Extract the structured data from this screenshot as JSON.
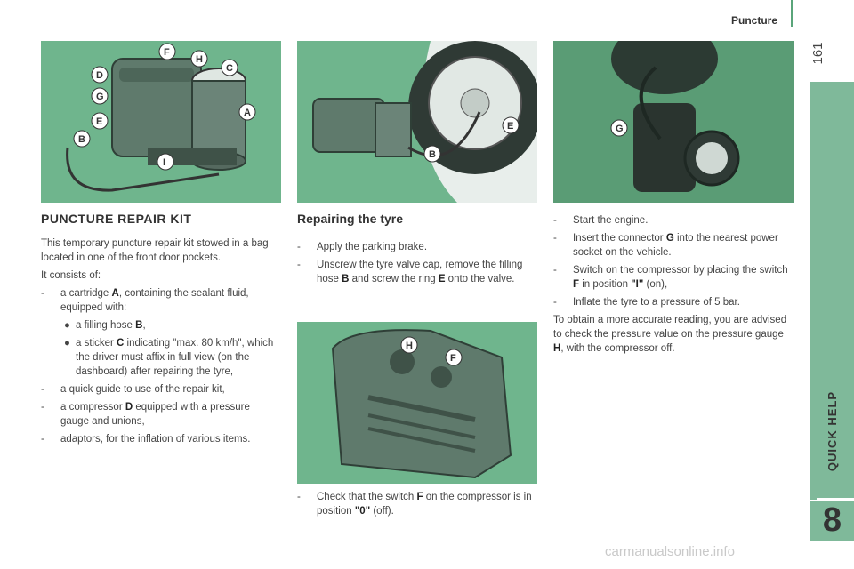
{
  "header": {
    "title": "Puncture",
    "page_number": "161"
  },
  "side": {
    "section_label": "QUICK HELP",
    "chapter_number": "8"
  },
  "figures": {
    "kit_labels": [
      "F",
      "H",
      "D",
      "C",
      "G",
      "A",
      "E",
      "B",
      "I"
    ],
    "wheel_labels": [
      "E",
      "B"
    ],
    "socket_labels": [
      "G"
    ],
    "compressor_labels": [
      "H",
      "F"
    ]
  },
  "kit": {
    "title": "PUNCTURE REPAIR KIT",
    "intro": "This temporary puncture repair kit stowed in a bag located in one of the front door pockets.",
    "consists": "It consists of:",
    "item1": {
      "pre": "a cartridge ",
      "bold": "A",
      "post": ", containing the sealant fluid, equipped with:"
    },
    "sub1": {
      "pre": "a filling hose ",
      "bold": "B",
      "post": ","
    },
    "sub2": {
      "pre": "a sticker ",
      "bold": "C",
      "post": " indicating \"max. 80 km/h\", which the driver must affix in full view (on the dashboard) after repairing the tyre,"
    },
    "item2": "a quick guide to use of the repair kit,",
    "item3": {
      "pre": "a compressor ",
      "bold": "D",
      "post": " equipped with a pressure gauge and unions,"
    },
    "item4": "adaptors, for the inflation of various items."
  },
  "repair": {
    "title": "Repairing the tyre",
    "step1": "Apply the parking brake.",
    "step2": {
      "pre": "Unscrew the tyre valve cap, remove the filling hose ",
      "b1": "B",
      "mid": " and screw the ring ",
      "b2": "E",
      "post": " onto the valve."
    },
    "step3": {
      "pre": "Check that the switch ",
      "b1": "F",
      "mid": " on the compressor is in position ",
      "b2": "\"0\"",
      "post": " (off)."
    }
  },
  "right": {
    "step1": "Start the engine.",
    "step2": {
      "pre": "Insert the connector ",
      "b1": "G",
      "post": " into the nearest power socket on the vehicle."
    },
    "step3": {
      "pre": "Switch on the compressor by placing the switch ",
      "b1": "F",
      "mid": " in position ",
      "b2": "\"I\"",
      "post": " (on),"
    },
    "step4": "Inflate the tyre to a pressure of 5 bar.",
    "note": {
      "pre": "To obtain a more accurate reading, you are advised to check the pressure value on the pressure gauge ",
      "b1": "H",
      "post": ", with the compressor off."
    }
  },
  "dash": "-",
  "bullet": "●",
  "footer": {
    "watermark": "carmanualsonline.info"
  }
}
